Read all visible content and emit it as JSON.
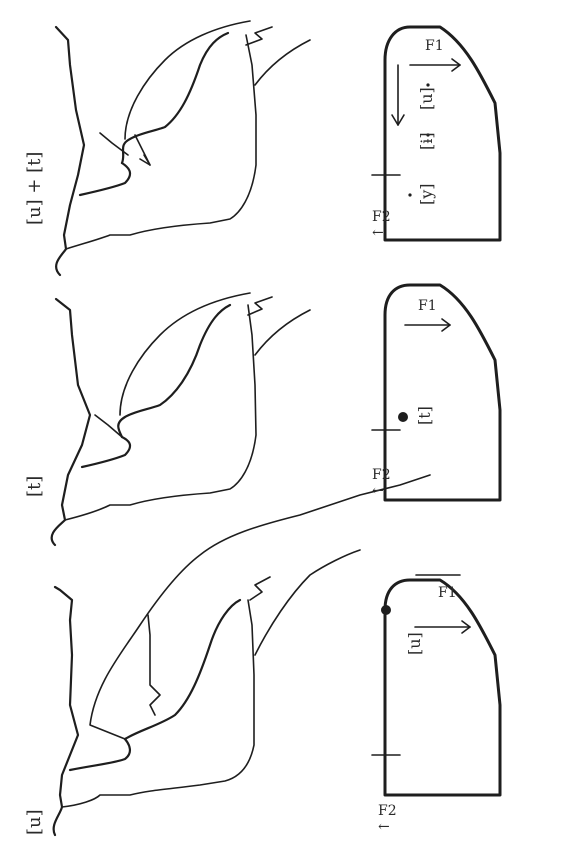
{
  "panels": [
    {
      "sound_label": "[u]",
      "vowel_labels": [
        "[u]"
      ],
      "f1_label": "F1",
      "f2_label": "F2"
    },
    {
      "sound_label": "[t]",
      "vowel_labels": [
        "[t]"
      ],
      "f1_label": "F1",
      "f2_label": "F2"
    },
    {
      "sound_label": "[u] + [t]",
      "vowel_labels": [
        "[y]",
        "[ɨ]",
        "[u]"
      ],
      "f1_label": "F1",
      "f2_label": "F2"
    }
  ],
  "arrow_glyphs": {
    "f2": "←",
    "f1": "→"
  }
}
